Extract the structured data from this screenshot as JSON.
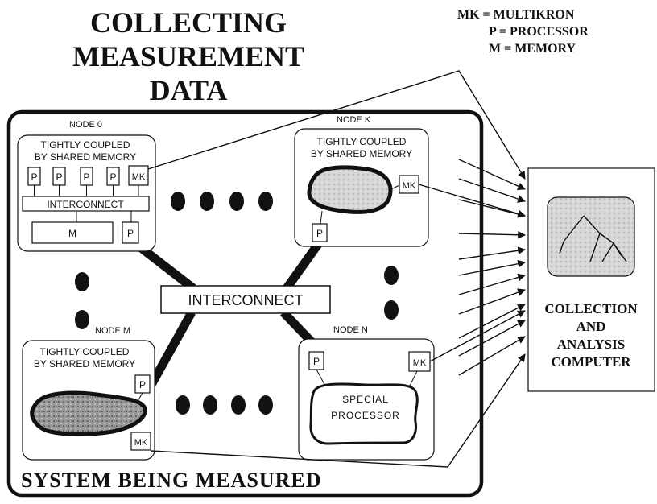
{
  "title": [
    "COLLECTING",
    "MEASUREMENT",
    "DATA"
  ],
  "legend": {
    "line1": "MK = MULTIKRON",
    "line2": "P = PROCESSOR",
    "line3": "M = MEMORY"
  },
  "system_label": "SYSTEM BEING MEASURED",
  "central_interconnect": "INTERCONNECT",
  "nodes": {
    "node0": {
      "name": "NODE 0",
      "caption1": "TIGHTLY COUPLED",
      "caption2": "BY SHARED MEMORY",
      "processor": "P",
      "multikron": "MK",
      "interconnect": "INTERCONNECT",
      "memory": "M"
    },
    "nodeK": {
      "name": "NODE K",
      "caption1": "TIGHTLY COUPLED",
      "caption2": "BY SHARED MEMORY",
      "multikron": "MK",
      "processor": "P"
    },
    "nodeM": {
      "name": "NODE M",
      "caption1": "TIGHTLY COUPLED",
      "caption2": "BY SHARED MEMORY",
      "processor": "P",
      "multikron": "MK"
    },
    "nodeN": {
      "name": "NODE N",
      "processor": "P",
      "multikron": "MK",
      "special1": "SPECIAL",
      "special2": "PROCESSOR"
    }
  },
  "computer": {
    "line1": "COLLECTION",
    "line2": "AND",
    "line3": "ANALYSIS",
    "line4": "COMPUTER"
  },
  "icons": {
    "shared_memory": "shared-memory-blob-icon",
    "tree": "tree-display-icon"
  }
}
